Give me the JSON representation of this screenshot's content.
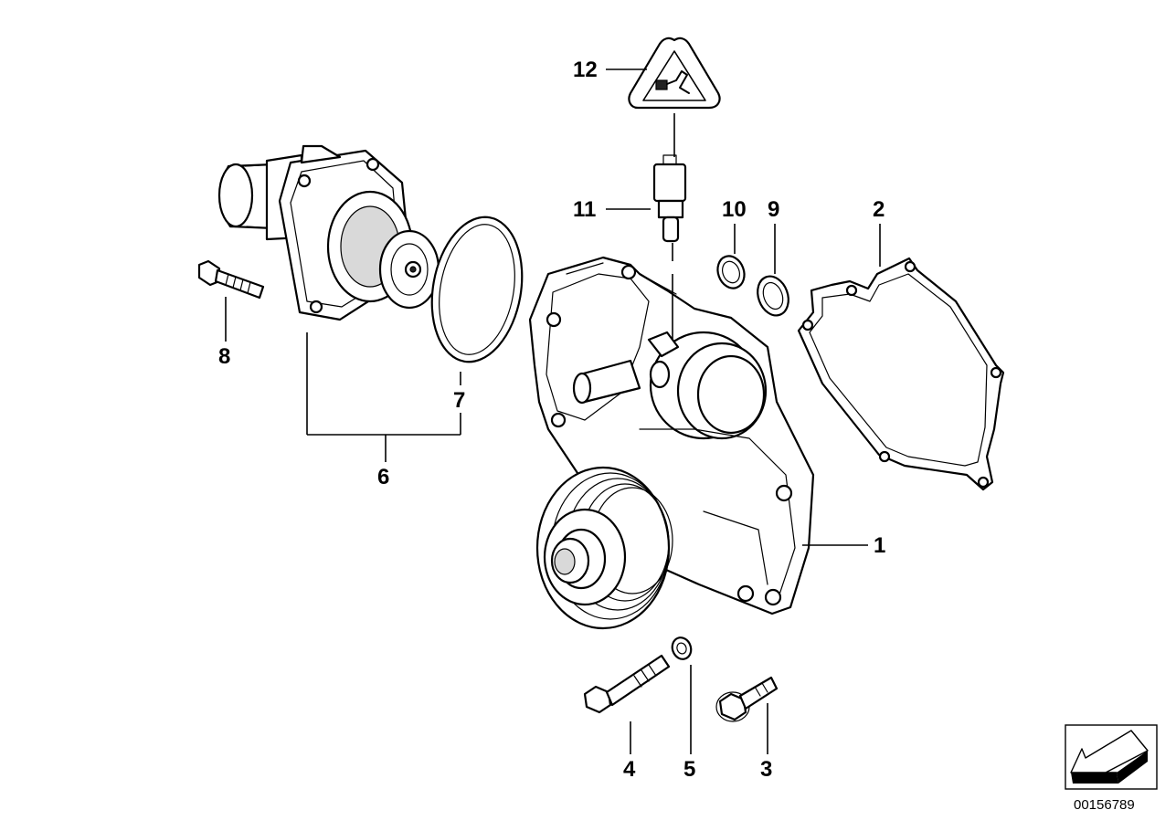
{
  "callouts": {
    "c1": "1",
    "c2": "2",
    "c3": "3",
    "c4": "4",
    "c5": "5",
    "c6": "6",
    "c7": "7",
    "c8": "8",
    "c9": "9",
    "c10": "10",
    "c11": "11",
    "c12": "12"
  },
  "document_number": "00156789",
  "icons": {
    "warning": "electrical-connector-warning-icon",
    "navigation": "arrow-back-icon"
  },
  "colors": {
    "line": "#000000",
    "background": "#ffffff"
  }
}
